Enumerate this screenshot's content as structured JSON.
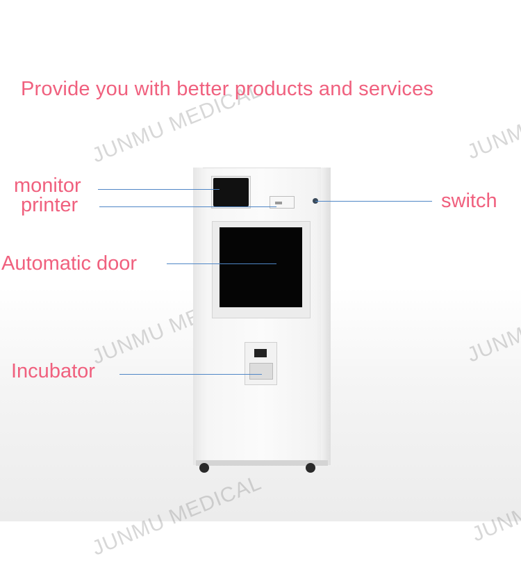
{
  "headline": "Provide you with better products and services",
  "labels": {
    "monitor": "monitor",
    "printer": "printer",
    "automatic_door": "Automatic door",
    "incubator": "Incubator",
    "switch": "switch"
  },
  "watermark": "JUNMU MEDICAL",
  "colors": {
    "label_pink": "#f0607e",
    "leader_blue": "#4f86c6"
  }
}
